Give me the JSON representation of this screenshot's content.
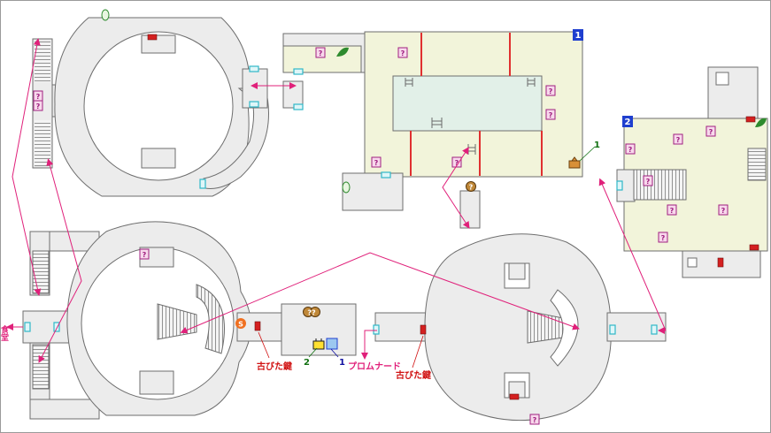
{
  "colors": {
    "background": "#ffffff",
    "frame": "#9a9a9a",
    "floor": "#ececec",
    "outline": "#6e6e6e",
    "room_fill": "#f2f4da",
    "pool_fill": "#e2f0e8",
    "red_line": "#e03030",
    "arrow": "#e0207a",
    "door_cyan": "#30b8c8",
    "door_red": "#d42020",
    "block_blue": "#1f3fcf",
    "chest_fill": "#f8d8ec",
    "chest_border": "#a02080",
    "save_orange": "#f07020",
    "pot_brown": "#b87830",
    "leaf_green": "#2e8b2e",
    "label_red": "#d01010",
    "label_pink": "#e0207a",
    "label_green": "#107010",
    "label_blue": "#1010a0"
  },
  "areas": {
    "area1": "1",
    "area2": "2"
  },
  "labels": {
    "dining": "食堂",
    "old_key_left": "古びた鍵",
    "old_key_right": "古びた鍵",
    "promenade": "プロムナード",
    "num_1_blue": "1",
    "num_2_green": "2",
    "num_1_green_area1": "1",
    "save_point": "S"
  },
  "markers": {
    "chest_glyph": "?",
    "double_pot_glyph": "??"
  },
  "icons": [
    "treasure-chest-icon",
    "save-point-icon",
    "leaf-icon",
    "ladder-icon",
    "door-marker-icon",
    "pot-icon"
  ]
}
